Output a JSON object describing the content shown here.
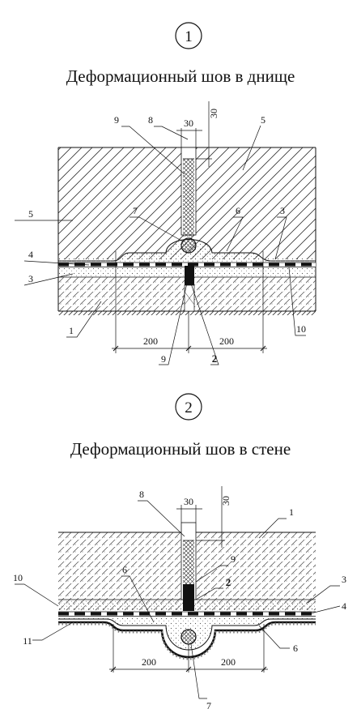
{
  "fig1": {
    "number": "1",
    "title": "Деформационный шов в днище",
    "dims": {
      "joint": "30",
      "depth": "30",
      "left": "200",
      "right": "200"
    },
    "callouts": {
      "c9top": "9",
      "c8": "8",
      "c5right": "5",
      "c5left": "5",
      "c7": "7",
      "c6": "6",
      "c3right": "3",
      "c4": "4",
      "c3left": "3",
      "c1": "1",
      "c9bottom": "9",
      "c2": "2",
      "c10": "10"
    }
  },
  "fig2": {
    "number": "2",
    "title": "Деформационный шов в стене",
    "dims": {
      "joint": "30",
      "depth": "30",
      "left": "200",
      "right": "200"
    },
    "callouts": {
      "c8": "8",
      "c1": "1",
      "c9": "9",
      "c2": "2",
      "c10": "10",
      "c6left": "6",
      "c3": "3",
      "c4": "4",
      "c11": "11",
      "c6right": "6",
      "c7": "7"
    }
  }
}
